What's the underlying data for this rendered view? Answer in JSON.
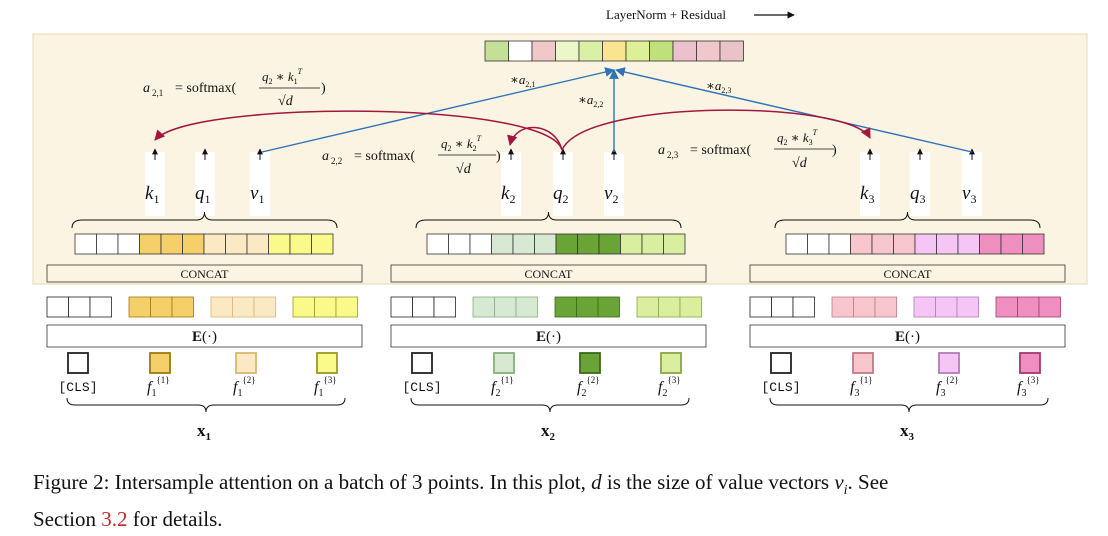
{
  "diagram": {
    "top_label": "LayerNorm + Residual",
    "concat_label": "CONCAT",
    "embed_label": "E(·)",
    "cls_token": "[CLS]",
    "columns": [
      {
        "x_label": "x1",
        "features": [
          "f1{1}",
          "f1{2}",
          "f1{3}"
        ],
        "qkv": [
          "k1",
          "q1",
          "v1"
        ],
        "colors": [
          "#ffffff",
          "#f5cf6a",
          "#fbe9c4",
          "#fafa8a"
        ],
        "borders": [
          "#222222",
          "#9a7a12",
          "#d8b772",
          "#9a9a28"
        ]
      },
      {
        "x_label": "x2",
        "features": [
          "f2{1}",
          "f2{2}",
          "f2{3}"
        ],
        "qkv": [
          "k2",
          "q2",
          "v2"
        ],
        "colors": [
          "#ffffff",
          "#d7e8d3",
          "#6aa336",
          "#d9ee9e"
        ],
        "borders": [
          "#222222",
          "#86b07c",
          "#3d6a1a",
          "#8aa548"
        ]
      },
      {
        "x_label": "x3",
        "features": [
          "f3{1}",
          "f3{2}",
          "f3{3}"
        ],
        "qkv": [
          "k3",
          "q3",
          "v3"
        ],
        "colors": [
          "#ffffff",
          "#f6c6cc",
          "#f5c6f5",
          "#ef8fc0"
        ],
        "borders": [
          "#222222",
          "#c07a86",
          "#b57ab5",
          "#a03a72"
        ]
      }
    ],
    "output_colors": [
      "#c4df96",
      "#ffffff",
      "#f0c8c8",
      "#ebf7c9",
      "#d9f0a6",
      "#fbe48f",
      "#ddf096",
      "#bfe07a",
      "#ecc0cc",
      "#f0c8cc",
      "#e8c4c8"
    ],
    "weights": [
      "*a2,1",
      "*a2,2",
      "*a2,3"
    ],
    "formulas": [
      "a2,1 = softmax(q2*k1T/√d)",
      "a2,2 = softmax(q2*k2T/√d)",
      "a2,3 = softmax(q2*k3T/√d)"
    ],
    "colors": {
      "highlight_bg": "#fcf4e3",
      "highlight_border": "#ead9b3",
      "value_arrow": "#2e73b8",
      "attention_arrow": "#a3173f"
    }
  },
  "caption": {
    "prefix": "Figure 2:  Intersample attention on a batch of 3 points.  In this plot, ",
    "d": "d",
    "middle": " is the size of value vectors ",
    "v": "v",
    "sub": "i",
    "see": ".  See",
    "section_word": "Section ",
    "section_ref": "3.2",
    "suffix": " for details."
  }
}
